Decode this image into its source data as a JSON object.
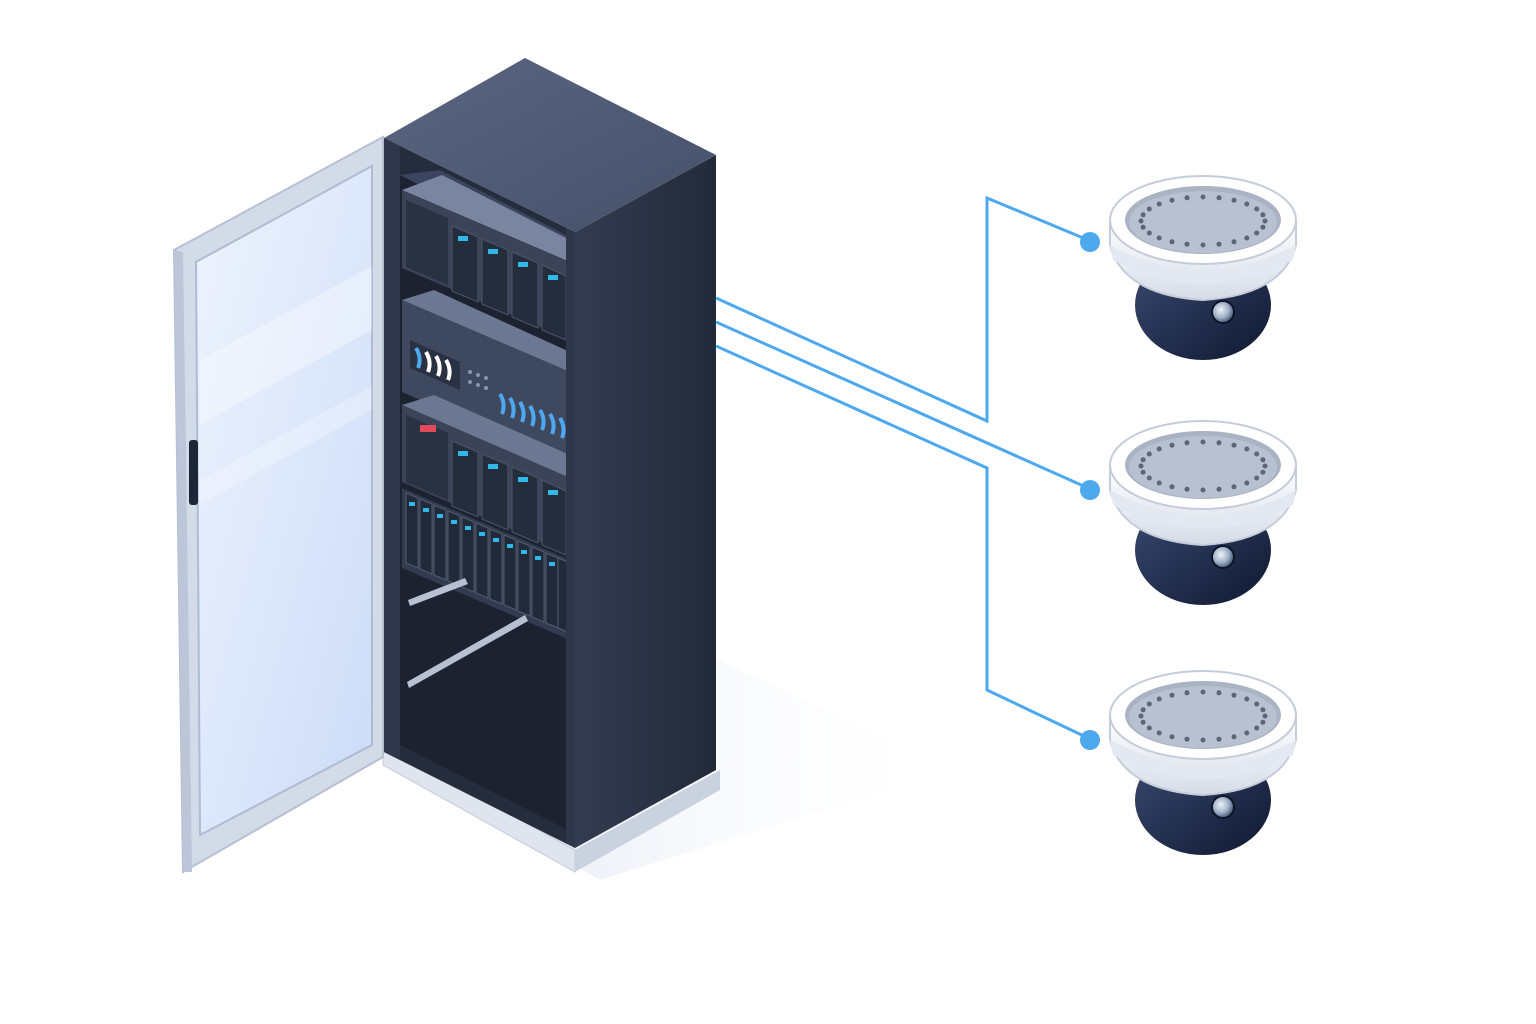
{
  "diagram": {
    "kind": "server-rack-to-cameras",
    "connector_color": "#4ea8ee",
    "rack_color": "#2b3346",
    "rack_top_color": "#4b5670",
    "door_frame_color": "#d3dbe8",
    "glass_color": "#dbe7fb",
    "led_colors": {
      "status": "#e04a5a",
      "activity": "#31b8e8"
    },
    "server_units": [
      {
        "type": "server",
        "icon": "server-unit-icon",
        "bays": 5
      },
      {
        "type": "network-switch",
        "icon": "network-switch-icon",
        "ports": 10
      },
      {
        "type": "server",
        "icon": "server-unit-icon",
        "bays": 5
      },
      {
        "type": "storage-array",
        "icon": "storage-array-icon",
        "drives": 12
      }
    ],
    "cameras": [
      {
        "icon": "dome-camera-icon"
      },
      {
        "icon": "dome-camera-icon"
      },
      {
        "icon": "dome-camera-icon"
      }
    ],
    "connections": 3
  }
}
